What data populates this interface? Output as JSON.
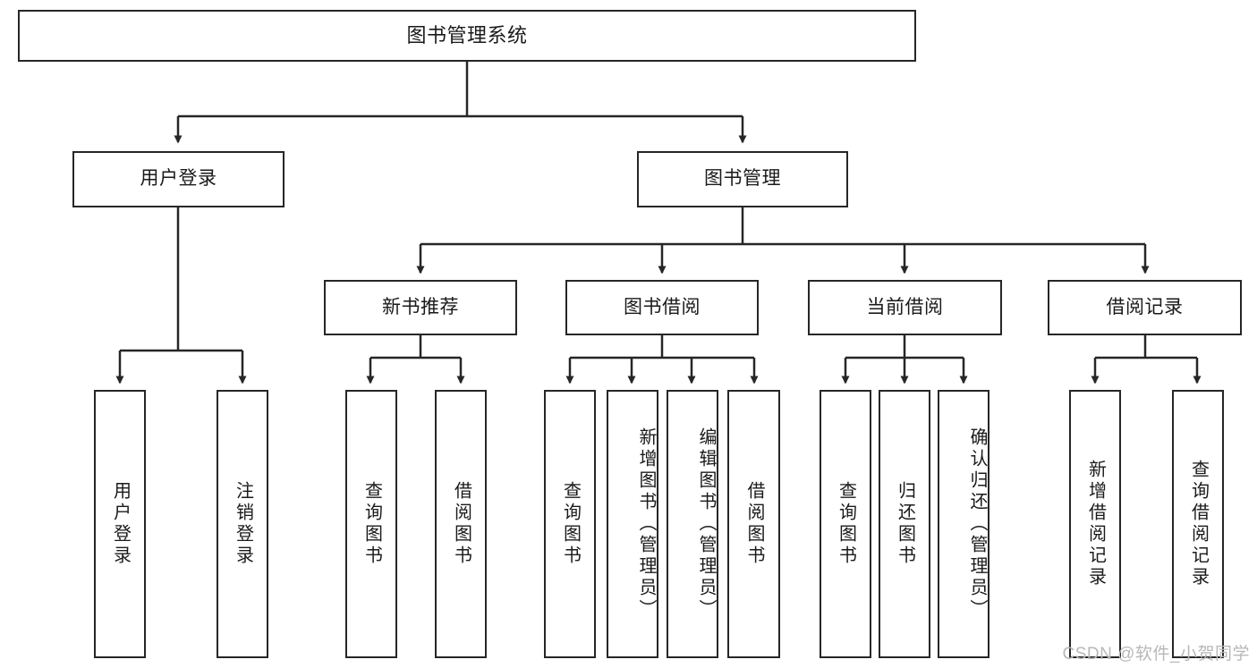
{
  "diagram": {
    "title": "图书管理系统",
    "watermark": "CSDN @软件_小贺同学",
    "colors": {
      "stroke": "#262626",
      "background": "#ffffff",
      "text": "#1a1a1a",
      "watermark": "#b8b8b8"
    },
    "nodes": {
      "root": {
        "label": "图书管理系统"
      },
      "level2": [
        {
          "id": "user-login",
          "label": "用户登录"
        },
        {
          "id": "book-management",
          "label": "图书管理"
        }
      ],
      "level3": [
        {
          "id": "new-book-recommend",
          "label": "新书推荐"
        },
        {
          "id": "book-borrow",
          "label": "图书借阅"
        },
        {
          "id": "current-borrow",
          "label": "当前借阅"
        },
        {
          "id": "borrow-record",
          "label": "借阅记录"
        }
      ],
      "leaves": [
        {
          "id": "leaf-user-login",
          "label": "用户登录",
          "parent": "user-login"
        },
        {
          "id": "leaf-user-logout",
          "label": "注销登录",
          "parent": "user-login"
        },
        {
          "id": "leaf-query-book-1",
          "label": "查询图书",
          "parent": "new-book-recommend"
        },
        {
          "id": "leaf-borrow-book-1",
          "label": "借阅图书",
          "parent": "new-book-recommend"
        },
        {
          "id": "leaf-query-book-2",
          "label": "查询图书",
          "parent": "book-borrow"
        },
        {
          "id": "leaf-add-book",
          "label": "新增图书（管理员）",
          "parent": "book-borrow"
        },
        {
          "id": "leaf-edit-book",
          "label": "编辑图书（管理员）",
          "parent": "book-borrow"
        },
        {
          "id": "leaf-borrow-book-2",
          "label": "借阅图书",
          "parent": "book-borrow"
        },
        {
          "id": "leaf-query-book-3",
          "label": "查询图书",
          "parent": "current-borrow"
        },
        {
          "id": "leaf-return-book",
          "label": "归还图书",
          "parent": "current-borrow"
        },
        {
          "id": "leaf-confirm-return",
          "label": "确认归还（管理员）",
          "parent": "current-borrow"
        },
        {
          "id": "leaf-add-record",
          "label": "新增借阅记录",
          "parent": "borrow-record"
        },
        {
          "id": "leaf-query-record",
          "label": "查询借阅记录",
          "parent": "borrow-record"
        }
      ]
    }
  }
}
